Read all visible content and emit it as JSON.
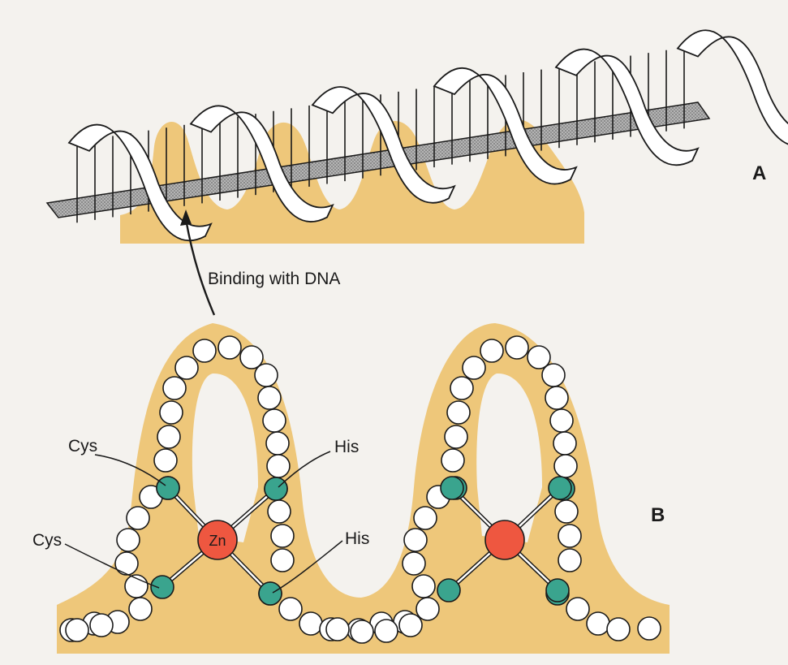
{
  "panels": {
    "a": "A",
    "b": "B"
  },
  "labels": {
    "binding": "Binding with DNA",
    "cys_upper": "Cys",
    "cys_lower": "Cys",
    "his_upper": "His",
    "his_lower": "His",
    "zinc": "Zn"
  },
  "colors": {
    "protein_fill": "#eec77a",
    "zinc": "#ee5740",
    "cys_his_residue": "#3aa48e",
    "residue": "#ffffff",
    "dna_strand": "#ffffff",
    "dna_backbone": "#9c9c9c",
    "outline": "#1a1a1a",
    "background": "#f4f2ee"
  }
}
